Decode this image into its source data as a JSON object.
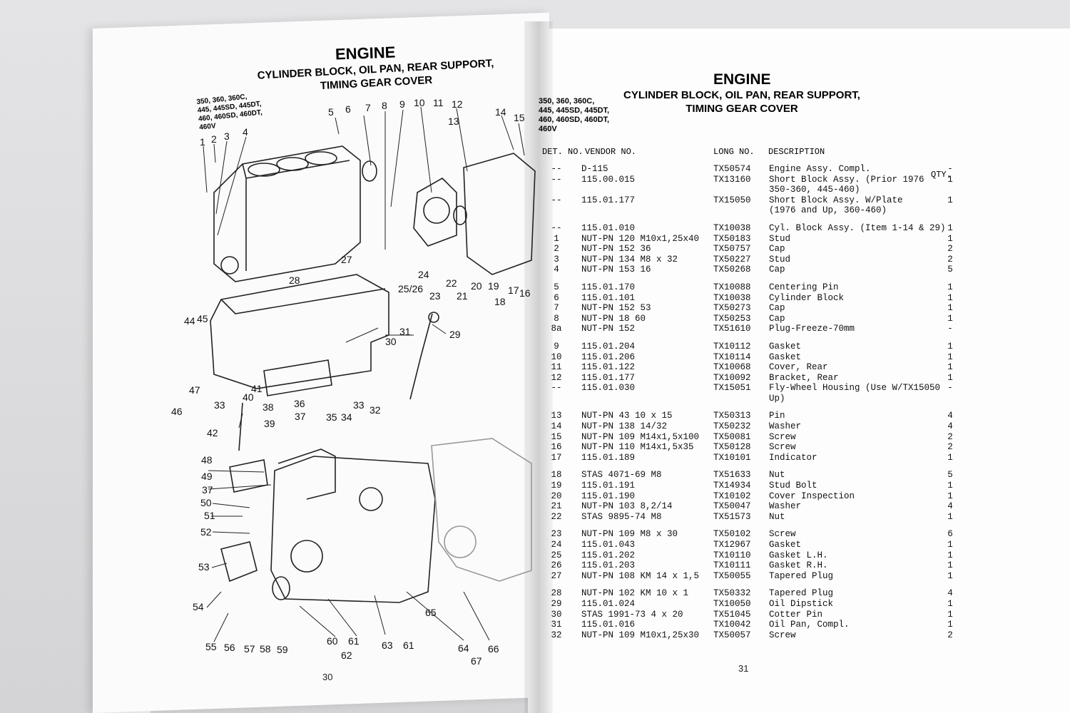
{
  "left_page": {
    "title": "ENGINE",
    "subtitle_line1": "CYLINDER BLOCK, OIL PAN, REAR SUPPORT,",
    "subtitle_line2": "TIMING GEAR COVER",
    "models": [
      "350, 360, 360C,",
      "445, 445SD, 445DT,",
      "460, 460SD, 460DT,",
      "460V"
    ],
    "page_number": "30",
    "callouts": [
      "1",
      "2",
      "3",
      "4",
      "5",
      "6",
      "7",
      "8",
      "9",
      "10",
      "11",
      "12",
      "13",
      "14",
      "15",
      "16",
      "17",
      "18",
      "19",
      "20",
      "21",
      "22",
      "23",
      "24",
      "25/26",
      "27",
      "28",
      "29",
      "30",
      "31",
      "32",
      "33",
      "33",
      "34",
      "35",
      "36",
      "37",
      "37",
      "38",
      "39",
      "40",
      "41",
      "42",
      "44",
      "45",
      "46",
      "47",
      "48",
      "49",
      "50",
      "51",
      "52",
      "53",
      "54",
      "55",
      "56",
      "57",
      "58",
      "59",
      "60",
      "61",
      "61",
      "62",
      "63",
      "64",
      "65",
      "66",
      "67"
    ]
  },
  "right_page": {
    "title": "ENGINE",
    "subtitle_line1": "CYLINDER BLOCK, OIL PAN, REAR SUPPORT,",
    "subtitle_line2": "TIMING GEAR COVER",
    "models": [
      "350, 360, 360C,",
      "445, 445SD, 445DT,",
      "460, 460SD, 460DT,",
      "460V"
    ],
    "headers": {
      "det": "DET. NO.",
      "vendor": "VENDOR NO.",
      "long": "LONG NO.",
      "desc": "DESCRIPTION",
      "qty": "QTY."
    },
    "page_number": "31",
    "rows": [
      {
        "det": "--",
        "vendor": "D-115",
        "long": "TX50574",
        "desc": "Engine Assy. Compl.",
        "qty": "-"
      },
      {
        "det": "--",
        "vendor": "115.00.015",
        "long": "TX13160",
        "desc": "Short Block Assy. (Prior 1976",
        "qty": "1"
      },
      {
        "det": "",
        "vendor": "",
        "long": "",
        "desc": "  350-360, 445-460)",
        "qty": ""
      },
      {
        "det": "--",
        "vendor": "115.01.177",
        "long": "TX15050",
        "desc": "Short Block Assy. W/Plate",
        "qty": "1"
      },
      {
        "det": "",
        "vendor": "",
        "long": "",
        "desc": "  (1976 and Up, 360-460)",
        "qty": ""
      },
      {
        "det": "--",
        "vendor": "115.01.010",
        "long": "TX10038",
        "desc": "Cyl. Block Assy. (Item 1-14 & 29)",
        "qty": "1",
        "gap": true
      },
      {
        "det": "1",
        "vendor": "NUT-PN 120 M10x1,25x40",
        "long": "TX50183",
        "desc": "Stud",
        "qty": "1"
      },
      {
        "det": "2",
        "vendor": "NUT-PN 152 36",
        "long": "TX50757",
        "desc": "Cap",
        "qty": "2"
      },
      {
        "det": "3",
        "vendor": "NUT-PN 134 M8 x 32",
        "long": "TX50227",
        "desc": "Stud",
        "qty": "2"
      },
      {
        "det": "4",
        "vendor": "NUT-PN 153 16",
        "long": "TX50268",
        "desc": "Cap",
        "qty": "5"
      },
      {
        "det": "5",
        "vendor": "115.01.170",
        "long": "TX10088",
        "desc": "Centering Pin",
        "qty": "1",
        "gap": true
      },
      {
        "det": "6",
        "vendor": "115.01.101",
        "long": "TX10038",
        "desc": "Cylinder Block",
        "qty": "1"
      },
      {
        "det": "7",
        "vendor": "NUT-PN 152 53",
        "long": "TX50273",
        "desc": "Cap",
        "qty": "1"
      },
      {
        "det": "8",
        "vendor": "NUT-PN 18 60",
        "long": "TX50253",
        "desc": "Cap",
        "qty": "1"
      },
      {
        "det": "8a",
        "vendor": "NUT-PN 152",
        "long": "TX51610",
        "desc": "Plug-Freeze-70mm",
        "qty": "-"
      },
      {
        "det": "9",
        "vendor": "115.01.204",
        "long": "TX10112",
        "desc": "Gasket",
        "qty": "1",
        "gap": true
      },
      {
        "det": "10",
        "vendor": "115.01.206",
        "long": "TX10114",
        "desc": "Gasket",
        "qty": "1"
      },
      {
        "det": "11",
        "vendor": "115.01.122",
        "long": "TX10068",
        "desc": "Cover, Rear",
        "qty": "1"
      },
      {
        "det": "12",
        "vendor": "115.01.177",
        "long": "TX10092",
        "desc": "Bracket, Rear",
        "qty": "1"
      },
      {
        "det": "--",
        "vendor": "115.01.030",
        "long": "TX15051",
        "desc": "Fly-Wheel Housing (Use W/TX15050",
        "qty": "-"
      },
      {
        "det": "",
        "vendor": "",
        "long": "",
        "desc": "  Up)",
        "qty": ""
      },
      {
        "det": "13",
        "vendor": "NUT-PN 43 10 x 15",
        "long": "TX50313",
        "desc": "Pin",
        "qty": "4",
        "gap": true
      },
      {
        "det": "14",
        "vendor": "NUT-PN 138 14/32",
        "long": "TX50232",
        "desc": "Washer",
        "qty": "4"
      },
      {
        "det": "15",
        "vendor": "NUT-PN 109 M14x1,5x100",
        "long": "TX50081",
        "desc": "Screw",
        "qty": "2"
      },
      {
        "det": "16",
        "vendor": "NUT-PN 110 M14x1,5x35",
        "long": "TX50128",
        "desc": "Screw",
        "qty": "2"
      },
      {
        "det": "17",
        "vendor": "115.01.189",
        "long": "TX10101",
        "desc": "Indicator",
        "qty": "1"
      },
      {
        "det": "18",
        "vendor": "STAS 4071-69 M8",
        "long": "TX51633",
        "desc": "Nut",
        "qty": "5",
        "gap": true
      },
      {
        "det": "19",
        "vendor": "115.01.191",
        "long": "TX14934",
        "desc": "Stud Bolt",
        "qty": "1"
      },
      {
        "det": "20",
        "vendor": "115.01.190",
        "long": "TX10102",
        "desc": "Cover Inspection",
        "qty": "1"
      },
      {
        "det": "21",
        "vendor": "NUT-PN 103 8,2/14",
        "long": "TX50047",
        "desc": "Washer",
        "qty": "4"
      },
      {
        "det": "22",
        "vendor": "STAS 9895-74 M8",
        "long": "TX51573",
        "desc": "Nut",
        "qty": "1"
      },
      {
        "det": "23",
        "vendor": "NUT-PN 109 M8 x 30",
        "long": "TX50102",
        "desc": "Screw",
        "qty": "6",
        "gap": true
      },
      {
        "det": "24",
        "vendor": "115.01.043",
        "long": "TX12967",
        "desc": "Gasket",
        "qty": "1"
      },
      {
        "det": "25",
        "vendor": "115.01.202",
        "long": "TX10110",
        "desc": "Gasket L.H.",
        "qty": "1"
      },
      {
        "det": "26",
        "vendor": "115.01.203",
        "long": "TX10111",
        "desc": "Gasket R.H.",
        "qty": "1"
      },
      {
        "det": "27",
        "vendor": "NUT-PN 108 KM 14 x 1,5",
        "long": "TX50055",
        "desc": "Tapered Plug",
        "qty": "1"
      },
      {
        "det": "28",
        "vendor": "NUT-PN 102 KM 10 x 1",
        "long": "TX50332",
        "desc": "Tapered Plug",
        "qty": "4",
        "gap": true
      },
      {
        "det": "29",
        "vendor": "115.01.024",
        "long": "TX10050",
        "desc": "Oil Dipstick",
        "qty": "1"
      },
      {
        "det": "30",
        "vendor": "STAS 1991-73 4 x 20",
        "long": "TX51045",
        "desc": "Cotter Pin",
        "qty": "1"
      },
      {
        "det": "31",
        "vendor": "115.01.016",
        "long": "TX10042",
        "desc": "Oil Pan, Compl.",
        "qty": "1"
      },
      {
        "det": "32",
        "vendor": "NUT-PN 109 M10x1,25x30",
        "long": "TX50057",
        "desc": "Screw",
        "qty": "2"
      }
    ]
  },
  "colors": {
    "paper": "#fdfdfd",
    "ink": "#111111",
    "background": "#d9d9db"
  }
}
